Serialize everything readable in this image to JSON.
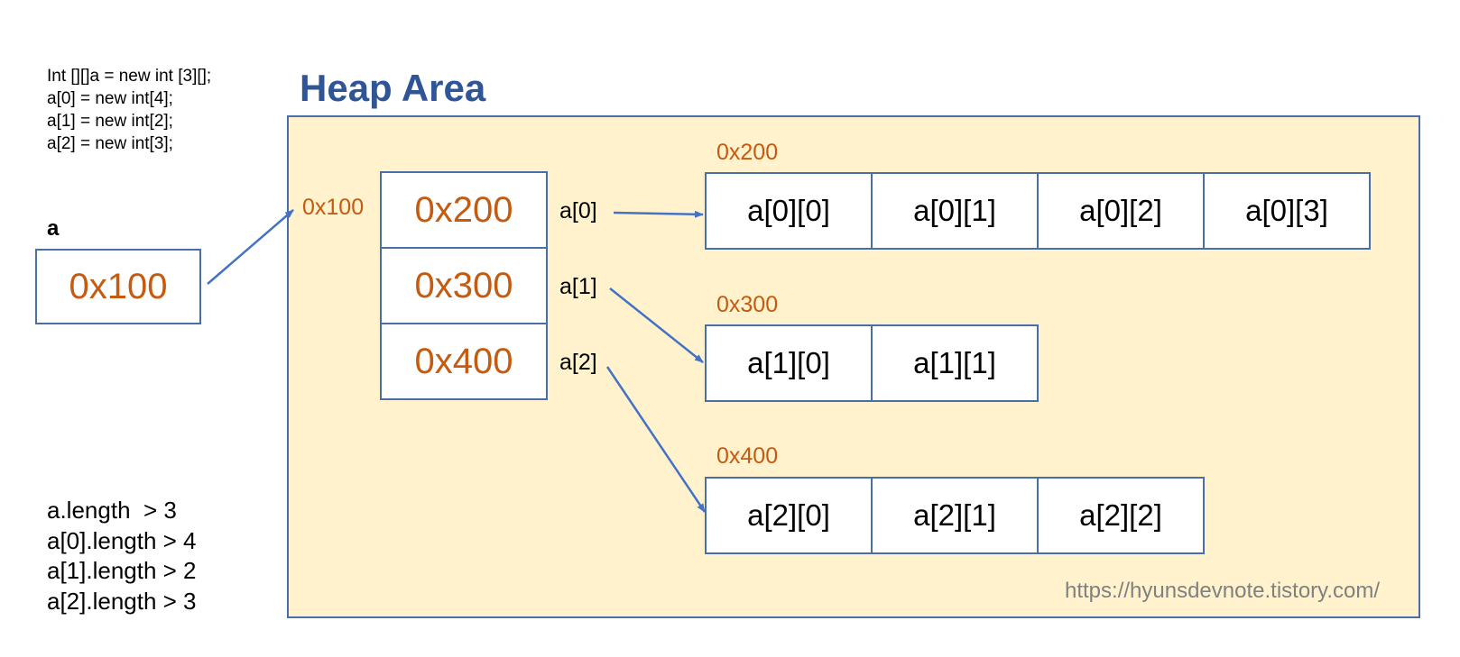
{
  "code_lines": [
    "Int [][]a = new int [3][];",
    "a[0] = new int[4];",
    "a[1] = new int[2];",
    "a[2] = new int[3];"
  ],
  "variable": {
    "name": "a",
    "value": "0x100"
  },
  "heap": {
    "title": "Heap Area",
    "outer_address": "0x100",
    "outer_cells": [
      "0x200",
      "0x300",
      "0x400"
    ],
    "index_labels": [
      "a[0]",
      "a[1]",
      "a[2]"
    ],
    "inner_arrays": [
      {
        "address": "0x200",
        "cells": [
          "a[0][0]",
          "a[0][1]",
          "a[0][2]",
          "a[0][3]"
        ]
      },
      {
        "address": "0x300",
        "cells": [
          "a[1][0]",
          "a[1][1]"
        ]
      },
      {
        "address": "0x400",
        "cells": [
          "a[2][0]",
          "a[2][1]",
          "a[2][2]"
        ]
      }
    ]
  },
  "length_lines": [
    "a.length  > 3",
    "a[0].length > 4",
    "a[1].length > 2",
    "a[2].length > 3"
  ],
  "watermark": "https://hyunsdevnote.tistory.com/",
  "colors": {
    "address": "#c55a11",
    "border": "#4a6fa8",
    "heap_fill": "#fff2cc",
    "heap_title": "#2f5597",
    "arrow": "#4472c4",
    "watermark": "#808080"
  }
}
